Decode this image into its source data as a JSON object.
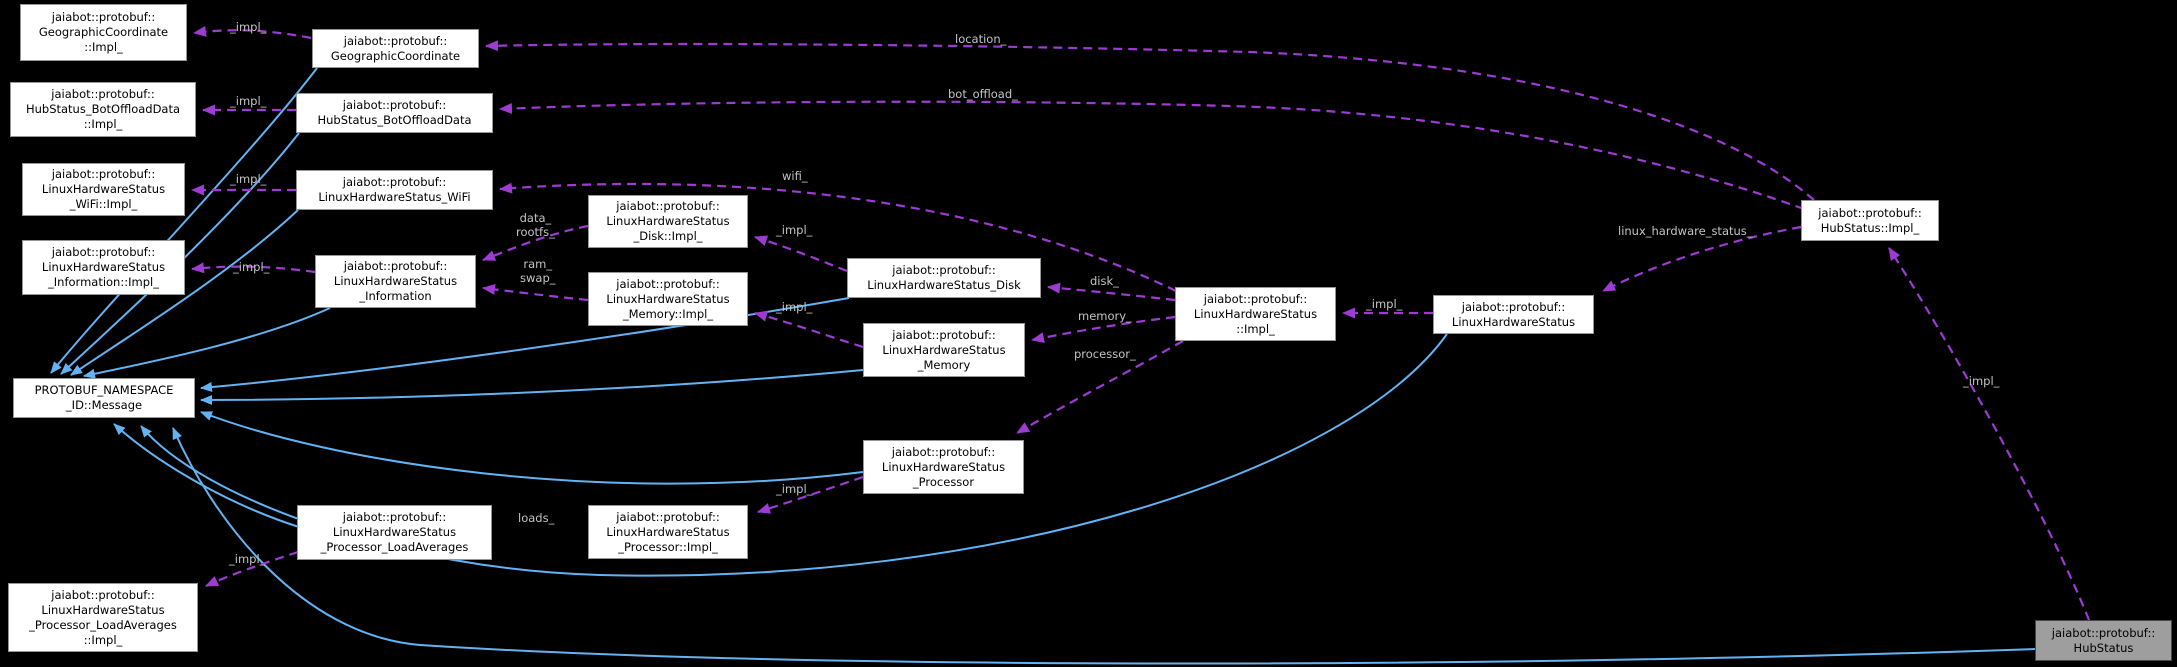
{
  "diagram": {
    "kind": "doxygen-collaboration-graph",
    "colors": {
      "background": "#000000",
      "node_fill": "#ffffff",
      "node_border": "#969696",
      "current_node_fill": "#9e9e9e",
      "inheritance_edge": "#63b3f4",
      "usage_edge": "#9d3bd2",
      "edge_label_text": "#c3c3c3",
      "node_text": "#000000"
    },
    "nodes": {
      "geo_impl": {
        "label": "jaiabot::protobuf::\nGeographicCoordinate\n::Impl_"
      },
      "botoffload_impl": {
        "label": "jaiabot::protobuf::\nHubStatus_BotOffloadData\n::Impl_"
      },
      "wifi_impl": {
        "label": "jaiabot::protobuf::\nLinuxHardwareStatus\n_WiFi::Impl_"
      },
      "info_impl": {
        "label": "jaiabot::protobuf::\nLinuxHardwareStatus\n_Information::Impl_"
      },
      "message": {
        "label": "PROTOBUF_NAMESPACE\n_ID::Message"
      },
      "loadavg_impl": {
        "label": "jaiabot::protobuf::\nLinuxHardwareStatus\n_Processor_LoadAverages\n::Impl_"
      },
      "geo": {
        "label": "jaiabot::protobuf::\nGeographicCoordinate"
      },
      "botoffload": {
        "label": "jaiabot::protobuf::\nHubStatus_BotOffloadData"
      },
      "wifi": {
        "label": "jaiabot::protobuf::\nLinuxHardwareStatus_WiFi"
      },
      "info": {
        "label": "jaiabot::protobuf::\nLinuxHardwareStatus\n_Information"
      },
      "loadavg": {
        "label": "jaiabot::protobuf::\nLinuxHardwareStatus\n_Processor_LoadAverages"
      },
      "disk_impl": {
        "label": "jaiabot::protobuf::\nLinuxHardwareStatus\n_Disk::Impl_"
      },
      "memory_impl": {
        "label": "jaiabot::protobuf::\nLinuxHardwareStatus\n_Memory::Impl_"
      },
      "processor_impl": {
        "label": "jaiabot::protobuf::\nLinuxHardwareStatus\n_Processor::Impl_"
      },
      "disk": {
        "label": "jaiabot::protobuf::\nLinuxHardwareStatus_Disk"
      },
      "memory": {
        "label": "jaiabot::protobuf::\nLinuxHardwareStatus\n_Memory"
      },
      "processor": {
        "label": "jaiabot::protobuf::\nLinuxHardwareStatus\n_Processor"
      },
      "lhs_impl": {
        "label": "jaiabot::protobuf::\nLinuxHardwareStatus\n::Impl_"
      },
      "lhs": {
        "label": "jaiabot::protobuf::\nLinuxHardwareStatus"
      },
      "hubstatus_impl": {
        "label": "jaiabot::protobuf::\nHubStatus::Impl_"
      },
      "hubstatus": {
        "label": "jaiabot::protobuf::\nHubStatus"
      }
    },
    "edge_labels": {
      "impl_geo": "_impl_",
      "impl_botoffload": "_impl_",
      "impl_wifi": "_impl_",
      "impl_info": "_impl_",
      "impl_loadavg": "_impl_",
      "location": "location_",
      "bot_offload": "bot_offload_",
      "wifi_field": "wifi_",
      "data_rootfs": "data_\nrootfs_",
      "ram_swap": "ram_\nswap_",
      "impl_disk": "_impl_",
      "impl_memory": "_impl_",
      "impl_processor": "_impl_",
      "disk_field": "disk_",
      "memory_field": "memory_",
      "processor_field": "processor_",
      "impl_lhs": "_impl_",
      "linux_hardware_status": "linux_hardware_status_",
      "loads": "loads_",
      "impl_hubstatus": "_impl_"
    }
  }
}
